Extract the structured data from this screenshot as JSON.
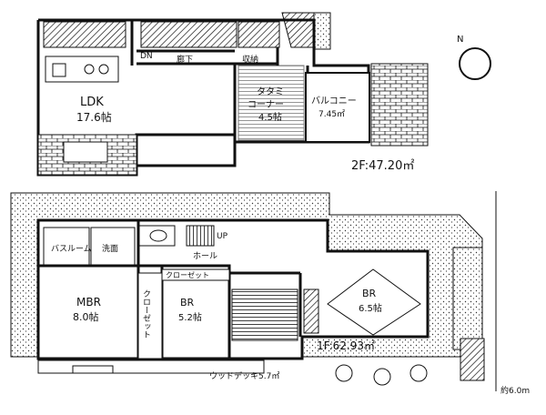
{
  "floor2": {
    "area": "2F:47.20㎡",
    "ldk": {
      "name": "LDK",
      "size": "17.6帖"
    },
    "tatami": {
      "name": "タタミ",
      "name2": "コーナー",
      "size": "4.5帖"
    },
    "balcony": {
      "name": "バルコニー",
      "size": "7.45㎡"
    },
    "hallway": "廊下",
    "storage": "収納",
    "dn": "DN"
  },
  "floor1": {
    "area": "1F:62.93㎡",
    "mbr": {
      "name": "MBR",
      "size": "8.0帖"
    },
    "br1": {
      "name": "BR",
      "size": "5.2帖"
    },
    "br2": {
      "name": "BR",
      "size": "6.5帖"
    },
    "closet_v": "クローゼット",
    "closet_h": "クローゼット",
    "hall": "ホール",
    "up": "UP",
    "bath": "バスルーム",
    "wash": "洗面",
    "deck": "ウッドデッキ5.7㎡",
    "road": "約6.0m"
  }
}
